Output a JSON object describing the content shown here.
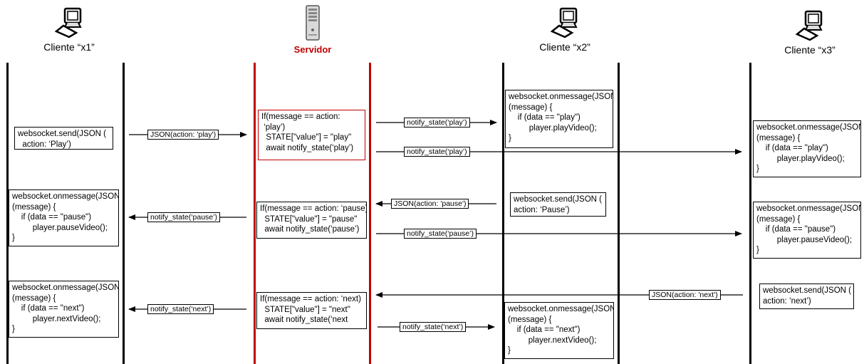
{
  "nodes": {
    "x1": "Cliente “x1”",
    "server": "Servidor",
    "x2": "Cliente “x2”",
    "x3": "Cliente “x3”"
  },
  "boxes": {
    "x1_send_play": "websocket.send(JSON (\n  action: ‘Play’)",
    "server_play": "If(message == action:\n ‘play’)\n  STATE[\"value\"] = \"play\"\n  await notify_state(‘play’)",
    "x2_onmessage_play": "websocket.onmessage(JSON\n(message) {\n    if (data == \"play\")\n         player.playVideo();\n}",
    "x3_onmessage_play": "websocket.onmessage(JSON\n(message) {\n    if (data == \"play\")\n         player.playVideo();\n}",
    "x1_onmessage_pause": "websocket.onmessage(JSON\n(message) {\n    if (data == \"pause\")\n         player.pauseVideo();\n}",
    "server_pause": "If(message == action: ‘pause)\n  STATE[\"value\"] = \"pause\"\n  await notify_state(‘pause’)",
    "x2_send_pause": "websocket.send(JSON (\naction: ‘Pause’)",
    "x3_onmessage_pause": "websocket.onmessage(JSON\n(message) {\n    if (data == \"pause\")\n         player.pauseVideo();\n}",
    "x1_onmessage_next": "websocket.onmessage(JSON\n(message) {\n    if (data == \"next\")\n         player.nextVideo();\n}",
    "server_next": "If(message == action: ‘next)\n  STATE[\"value\"] = \"next\"\n  await notify_state(‘next",
    "x2_onmessage_next": "websocket.onmessage(JSON\n(message) {\n    if (data == \"next\")\n         player.nextVideo();\n}",
    "x3_send_next": "websocket.send(JSON (\naction: ‘next’)"
  },
  "arrows": {
    "a1": "JSON(action: 'play')",
    "a2": "notify_state(‘play’)",
    "a3": "notify_state(‘play’)",
    "a4": "JSON(action: 'pause')",
    "a5": "notify_state(‘pause’)",
    "a6": "notify_state(‘pause’)",
    "a7": "JSON(action: 'next')",
    "a8": "notify_state(‘next’)",
    "a9": "notify_state(‘next’)"
  },
  "colors": {
    "server": "#c00000",
    "line": "#000000"
  },
  "icons": {
    "client": "computer-icon",
    "server": "server-tower-icon"
  }
}
